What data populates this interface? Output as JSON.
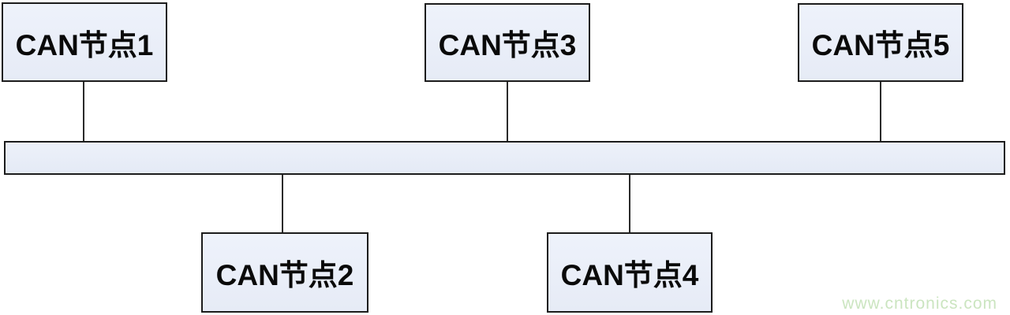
{
  "diagram": {
    "type": "can-bus-topology",
    "nodes": [
      {
        "id": "node1",
        "label": "CAN节点1",
        "row": "top"
      },
      {
        "id": "node2",
        "label": "CAN节点2",
        "row": "bottom"
      },
      {
        "id": "node3",
        "label": "CAN节点3",
        "row": "top"
      },
      {
        "id": "node4",
        "label": "CAN节点4",
        "row": "bottom"
      },
      {
        "id": "node5",
        "label": "CAN节点5",
        "row": "top"
      }
    ],
    "bus": {
      "label": "",
      "description": "shared horizontal CAN bus bar"
    },
    "connections": [
      {
        "from": "node1",
        "to": "bus"
      },
      {
        "from": "node2",
        "to": "bus"
      },
      {
        "from": "node3",
        "to": "bus"
      },
      {
        "from": "node4",
        "to": "bus"
      },
      {
        "from": "node5",
        "to": "bus"
      }
    ],
    "colors": {
      "node_fill": "#e9eef8",
      "node_border": "#1c1c1c",
      "connector": "#2a2a2a",
      "watermark_text": "#cbe5c0",
      "background": "#ffffff"
    }
  },
  "watermark": {
    "text": "www.cntronics.com"
  }
}
